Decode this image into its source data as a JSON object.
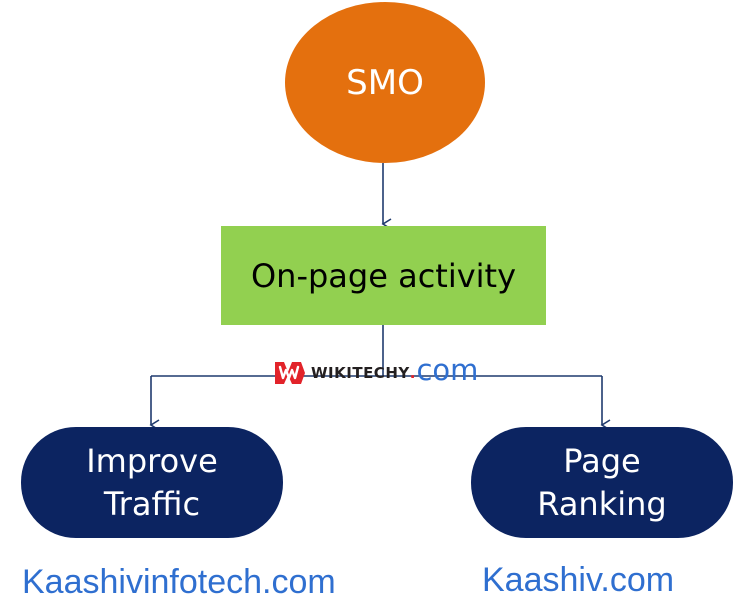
{
  "diagram": {
    "nodes": [
      {
        "id": "smo",
        "lines": [
          "SMO"
        ],
        "color": "#e4700e"
      },
      {
        "id": "onpage",
        "lines": [
          "On-page activity"
        ],
        "color": "#92d050"
      },
      {
        "id": "improve-traffic",
        "lines": [
          "Improve",
          "Traffic"
        ],
        "color": "#0c2461"
      },
      {
        "id": "page-ranking",
        "lines": [
          "Page",
          "Ranking"
        ],
        "color": "#0c2461"
      }
    ],
    "edges": [
      {
        "from": "smo",
        "to": "onpage"
      },
      {
        "from": "onpage",
        "to": "improve-traffic"
      },
      {
        "from": "onpage",
        "to": "page-ranking"
      }
    ],
    "line_color": "#1f3a6e"
  },
  "watermark": {
    "brand": "WIKITECHY",
    "dot": ".",
    "domain": "com",
    "logo_color": "#e2232a"
  },
  "footer": {
    "left_text": "Kaashivinfotech.com",
    "right_text": "Kaashiv.com",
    "color": "#2f6fd0"
  }
}
